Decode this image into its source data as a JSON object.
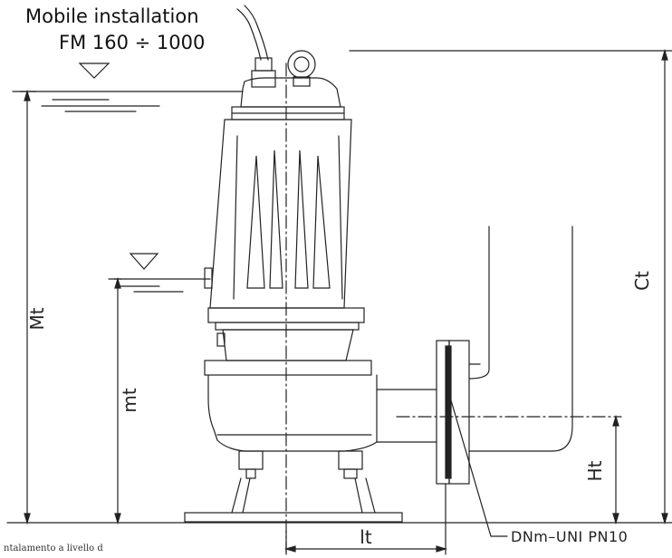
{
  "title": {
    "line1": "Mobile installation",
    "line2": "FM 160 ÷ 1000"
  },
  "dimensions": {
    "Mt": "Mt",
    "mt": "mt",
    "Ct": "Ct",
    "Ht": "Ht",
    "lt": "lt"
  },
  "flange_label": "DNm–UNI PN10",
  "footnote": "ntalamento a livello d",
  "icons": {
    "water_level": "water-level-triangle-icon",
    "lifting_eye": "lifting-eye-icon"
  }
}
